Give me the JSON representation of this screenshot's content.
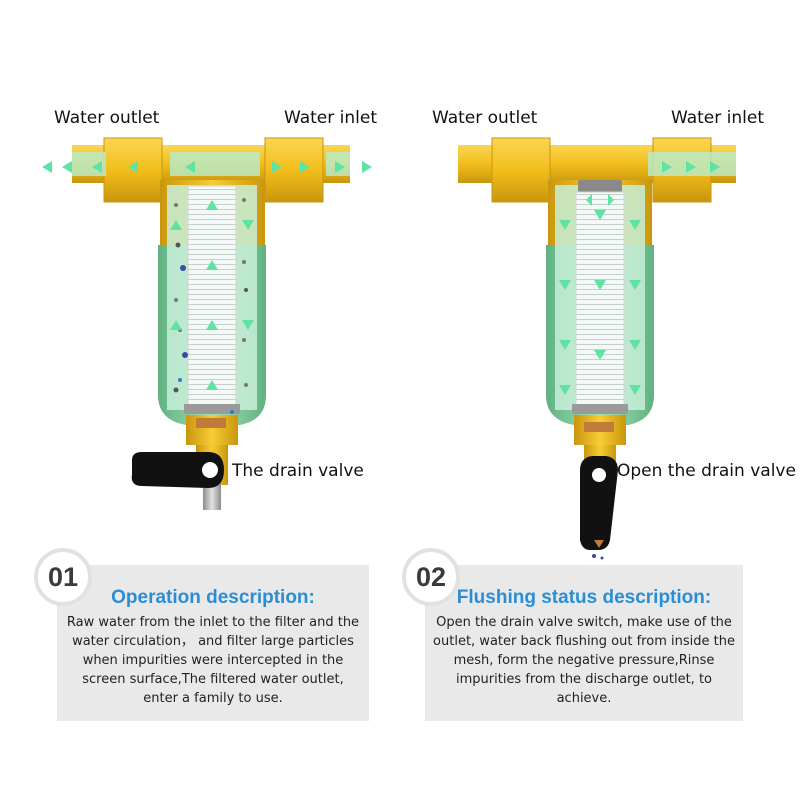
{
  "left": {
    "outlet_label": "Water outlet",
    "inlet_label": "Water inlet",
    "drain_label": "The drain valve",
    "step_number": "01",
    "title": "Operation description:",
    "description": "Raw water from the inlet to the filter and the water circulation， and filter large particles when impurities were intercepted in the screen surface,The filtered water outlet, enter a family to use."
  },
  "right": {
    "outlet_label": "Water outlet",
    "inlet_label": "Water inlet",
    "drain_label": "Open the drain valve",
    "step_number": "02",
    "title": "Flushing status description:",
    "description": "Open the drain valve switch, make use of the outlet, water back flushing out from inside the mesh, form the negative pressure,Rinse impurities from the discharge outlet, to achieve."
  },
  "colors": {
    "brass": "#f2be1c",
    "brass_dark": "#c9960e",
    "housing": "#8fd3a6",
    "housing_dark": "#5fb27f",
    "flow_arrow": "#5fe3a4",
    "title_blue": "#2a8ed6",
    "card_bg": "#e9e9e9"
  }
}
